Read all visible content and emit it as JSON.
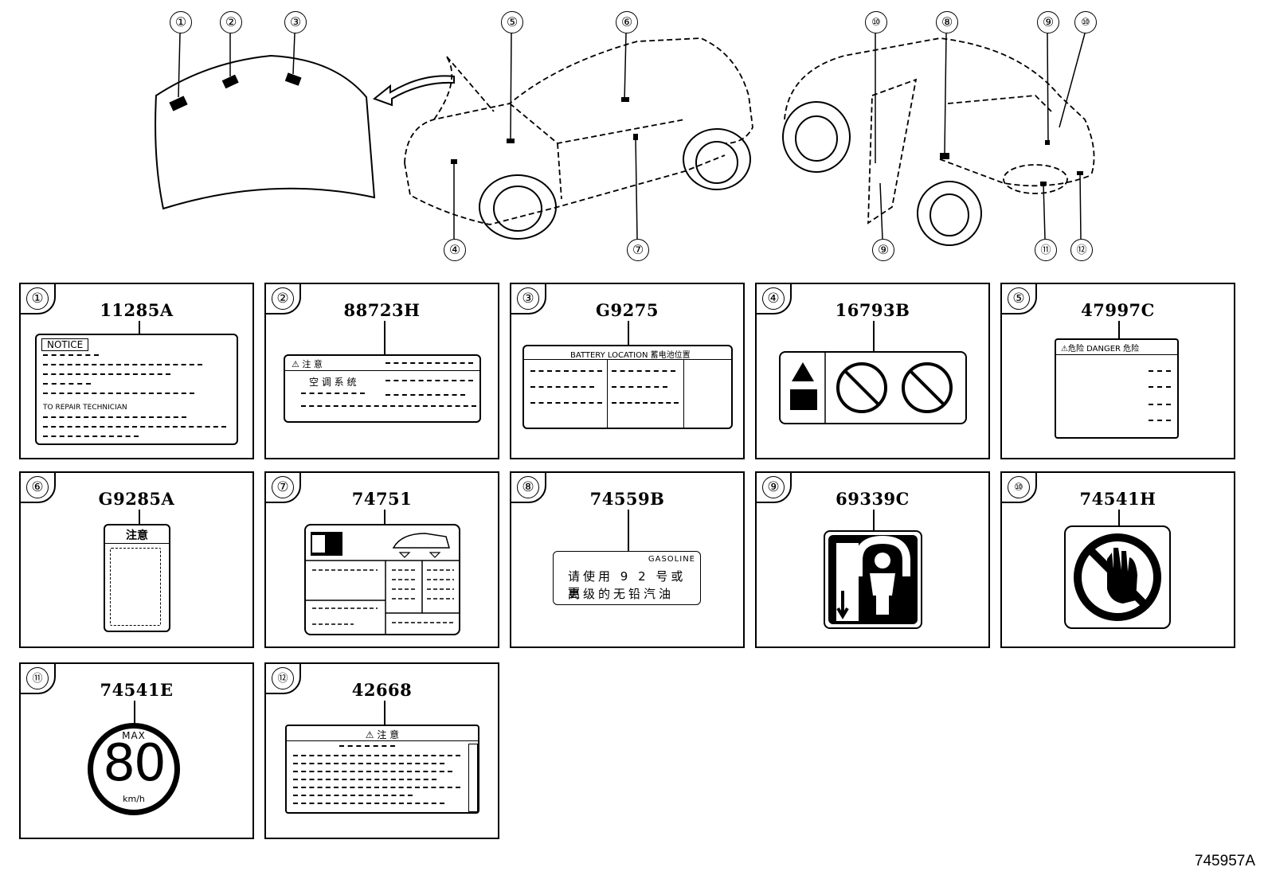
{
  "drawing_id": "745957A",
  "callouts": {
    "c1": "①",
    "c2": "②",
    "c3": "③",
    "c4": "④",
    "c5": "⑤",
    "c6": "⑥",
    "c7": "⑦",
    "c8": "⑧",
    "c9a": "⑨",
    "c9b": "⑨",
    "c10a": "⑩",
    "c10b": "⑩",
    "c11": "⑪",
    "c12": "⑫"
  },
  "panels": [
    {
      "num": "①",
      "part": "11285A"
    },
    {
      "num": "②",
      "part": "88723H"
    },
    {
      "num": "③",
      "part": "G9275"
    },
    {
      "num": "④",
      "part": "16793B"
    },
    {
      "num": "⑤",
      "part": "47997C"
    },
    {
      "num": "⑥",
      "part": "G9285A"
    },
    {
      "num": "⑦",
      "part": "74751"
    },
    {
      "num": "⑧",
      "part": "74559B"
    },
    {
      "num": "⑨",
      "part": "69339C"
    },
    {
      "num": "⑩",
      "part": "74541H"
    },
    {
      "num": "⑪",
      "part": "74541E"
    },
    {
      "num": "⑫",
      "part": "42668"
    }
  ],
  "labels": {
    "notice": "NOTICE",
    "notice_tech": "TO REPAIR TECHNICIAN",
    "caution_cn": "⚠ 注 意",
    "ac_system": "空 调 系 统",
    "battery_location": "BATTERY LOCATION  蓄电池位置",
    "danger": "⚠危险  DANGER  危险",
    "caution_g9285": "注意",
    "gasoline": "GASOLINE",
    "gas_line1": "请使用 9 2 号或更",
    "gas_line2": "高级的无铅汽油",
    "max": "MAX",
    "speed": "80",
    "kmh": "km/h",
    "caution_42668": "⚠   注   意"
  }
}
